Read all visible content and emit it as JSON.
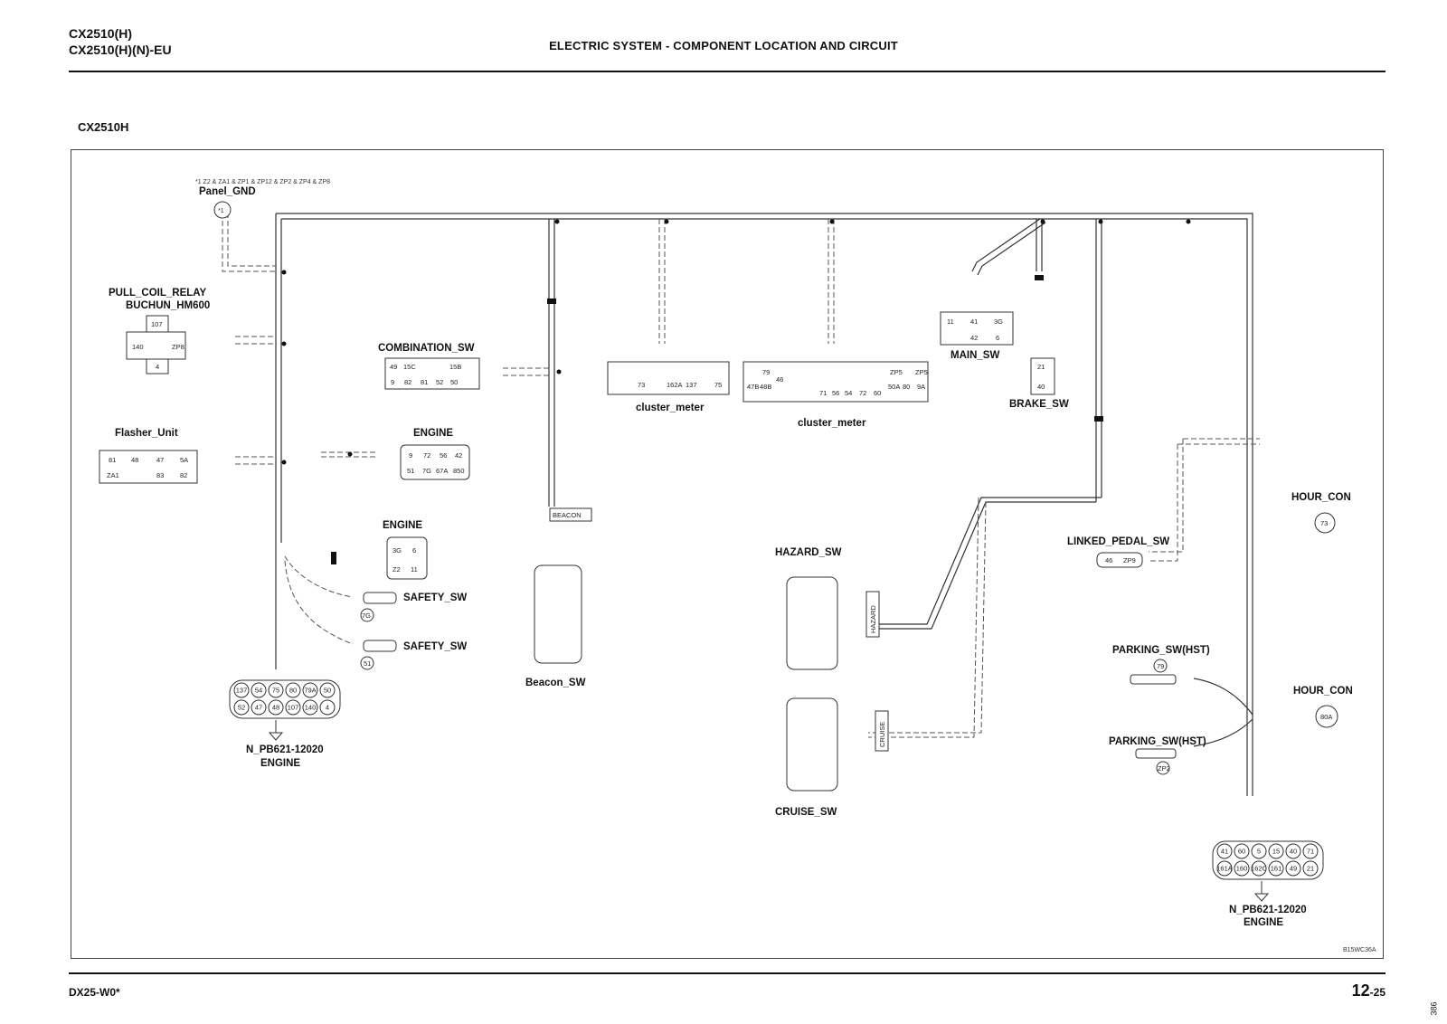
{
  "header": {
    "model_line1": "CX2510(H)",
    "model_line2": "CX2510(H)(N)-EU",
    "title": "ELECTRIC SYSTEM - COMPONENT LOCATION AND CIRCUIT",
    "subtitle": "CX2510H"
  },
  "diagram": {
    "panel_gnd_note": "*1 Z2 & ZA1 & ZP1 & ZP12 & ZP2 & ZP4 & ZP8",
    "panel_gnd": "Panel_GND",
    "panel_gnd_mark": "*1",
    "pull_coil_relay": "PULL_COIL_RELAY",
    "pull_coil_relay_part": "BUCHUN_HM600",
    "pull_coil_pins": [
      "107",
      "140",
      "ZP8",
      "4"
    ],
    "flasher_unit": "Flasher_Unit",
    "flasher_pins": [
      "81",
      "48",
      "47",
      "5A",
      "ZA1",
      "83",
      "82"
    ],
    "combination_sw": "COMBINATION_SW",
    "combination_pins": [
      "49",
      "15C",
      "15B",
      "9",
      "82",
      "81",
      "52",
      "50"
    ],
    "engine_1": "ENGINE",
    "engine_1_pins": [
      "9",
      "72",
      "56",
      "42",
      "51",
      "7G",
      "67A",
      "850"
    ],
    "engine_2": "ENGINE",
    "engine_2_pins": [
      "3G",
      "6",
      "Z2",
      "11"
    ],
    "safety_sw_1": "SAFETY_SW",
    "safety_sw_1_pin": "7G",
    "safety_sw_2": "SAFETY_SW",
    "safety_sw_2_pin": "51",
    "engine_conn_left_pins": [
      "137",
      "54",
      "75",
      "80",
      "79A",
      "50",
      "52",
      "47",
      "48",
      "107",
      "140",
      "4"
    ],
    "engine_conn_left_part": "N_PB621-12020",
    "engine_conn_left": "ENGINE",
    "beacon_tag": "BEACON",
    "beacon_sw": "Beacon_SW",
    "cluster_meter_1": "cluster_meter",
    "cluster_meter_1_pins": [
      "73",
      "162A",
      "137",
      "75"
    ],
    "cluster_meter_2": "cluster_meter",
    "cluster_meter_2_pins": [
      "79",
      "47B",
      "48B",
      "46",
      "71",
      "56",
      "54",
      "72",
      "60",
      "ZP5",
      "ZP5",
      "50A",
      "80",
      "9A"
    ],
    "main_sw": "MAIN_SW",
    "main_sw_pins": [
      "11",
      "41",
      "3G",
      "42",
      "6"
    ],
    "brake_sw": "BRAKE_SW",
    "brake_sw_pins": [
      "21",
      "40"
    ],
    "hazard_sw": "HAZARD_SW",
    "hazard_tag": "HAZARD",
    "cruise_sw": "CRUISE_SW",
    "cruise_tag": "CRUISE",
    "hour_con_1": "HOUR_CON",
    "hour_con_1_pin": "73",
    "linked_pedal_sw": "LINKED_PEDAL_SW",
    "linked_pedal_pins": [
      "46",
      "ZP9"
    ],
    "parking_sw_1": "PARKING_SW(HST)",
    "parking_sw_1_pin": "79",
    "hour_con_2": "HOUR_CON",
    "hour_con_2_pin": "80A",
    "parking_sw_2": "PARKING_SW(HST)",
    "parking_sw_2_pin": "ZP2",
    "engine_conn_right_pins": [
      "41",
      "60",
      "5",
      "15",
      "40",
      "71",
      "161A",
      "160",
      "162C",
      "161",
      "49",
      "21"
    ],
    "engine_conn_right_part": "N_PB621-12020",
    "engine_conn_right": "ENGINE",
    "figure_code": "B15WC36A"
  },
  "footer": {
    "doc_code": "DX25-W0*",
    "page_section": "12",
    "page_num": "-25",
    "side_num": "386"
  }
}
